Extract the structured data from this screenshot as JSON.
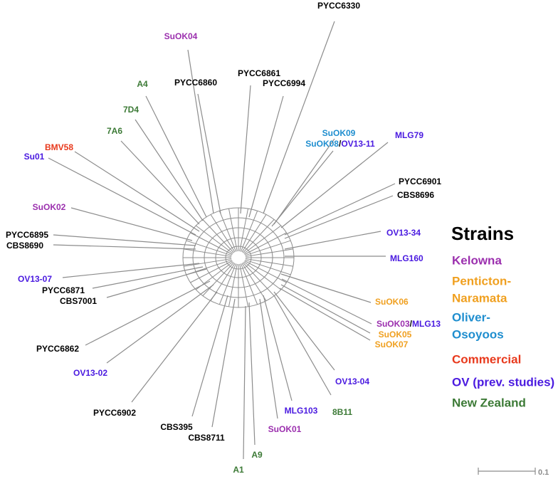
{
  "colors": {
    "kelowna": "#9b2fae",
    "penticton": "#f0a020",
    "oliver": "#1f8ecf",
    "commercial": "#e8391c",
    "ov": "#4b1be0",
    "nz": "#3c7a36",
    "other": "#000000",
    "branch": "#8c8c8c"
  },
  "tips": [
    {
      "text": "PYCC6330",
      "color": "other"
    },
    {
      "text": "SuOK04",
      "color": "kelowna"
    },
    {
      "text": "PYCC6861",
      "color": "other"
    },
    {
      "text": "PYCC6994",
      "color": "other"
    },
    {
      "text": "A4",
      "color": "nz"
    },
    {
      "text": "PYCC6860",
      "color": "other"
    },
    {
      "text": "7D4",
      "color": "nz"
    },
    {
      "text": "7A6",
      "color": "nz"
    },
    {
      "text": "SuOK09",
      "color": "oliver"
    },
    {
      "text": "MLG79",
      "color": "ov"
    },
    {
      "text": "BMV58",
      "color": "commercial"
    },
    {
      "text": "Su01",
      "color": "ov"
    },
    {
      "text": "PYCC6901",
      "color": "other"
    },
    {
      "text": "CBS8696",
      "color": "other"
    },
    {
      "text": "SuOK02",
      "color": "kelowna"
    },
    {
      "text": "PYCC6895",
      "color": "other"
    },
    {
      "text": "CBS8690",
      "color": "other"
    },
    {
      "text": "OV13-34",
      "color": "ov"
    },
    {
      "text": "MLG160",
      "color": "ov"
    },
    {
      "text": "OV13-07",
      "color": "ov"
    },
    {
      "text": "PYCC6871",
      "color": "other"
    },
    {
      "text": "CBS7001",
      "color": "other"
    },
    {
      "text": "SuOK06",
      "color": "penticton"
    },
    {
      "text": "SuOK05",
      "color": "penticton"
    },
    {
      "text": "SuOK07",
      "color": "penticton"
    },
    {
      "text": "PYCC6862",
      "color": "other"
    },
    {
      "text": "OV13-02",
      "color": "ov"
    },
    {
      "text": "OV13-04",
      "color": "ov"
    },
    {
      "text": "PYCC6902",
      "color": "other"
    },
    {
      "text": "MLG103",
      "color": "ov"
    },
    {
      "text": "8B11",
      "color": "nz"
    },
    {
      "text": "CBS395",
      "color": "other"
    },
    {
      "text": "SuOK01",
      "color": "kelowna"
    },
    {
      "text": "CBS8711",
      "color": "other"
    },
    {
      "text": "A9",
      "color": "nz"
    },
    {
      "text": "A1",
      "color": "nz"
    }
  ],
  "mixed_tips": [
    {
      "parts": [
        {
          "text": "SuOK08",
          "color": "oliver"
        },
        {
          "text": "/",
          "color": "other"
        },
        {
          "text": "OV13-11",
          "color": "ov"
        }
      ]
    },
    {
      "parts": [
        {
          "text": "SuOK03",
          "color": "kelowna"
        },
        {
          "text": "/",
          "color": "other"
        },
        {
          "text": "MLG13",
          "color": "ov"
        }
      ]
    }
  ],
  "legend": {
    "title": "Strains",
    "items": [
      {
        "lines": [
          "Kelowna"
        ],
        "color": "kelowna"
      },
      {
        "lines": [
          "Penticton-",
          "Naramata"
        ],
        "color": "penticton"
      },
      {
        "lines": [
          "Oliver-",
          "Osoyoos"
        ],
        "color": "oliver"
      },
      {
        "lines": [
          "Commercial"
        ],
        "color": "commercial"
      },
      {
        "lines": [
          "OV (prev. studies)"
        ],
        "color": "ov"
      },
      {
        "lines": [
          "New Zealand"
        ],
        "color": "nz"
      }
    ]
  },
  "scale_bar": {
    "label": "0.1"
  }
}
